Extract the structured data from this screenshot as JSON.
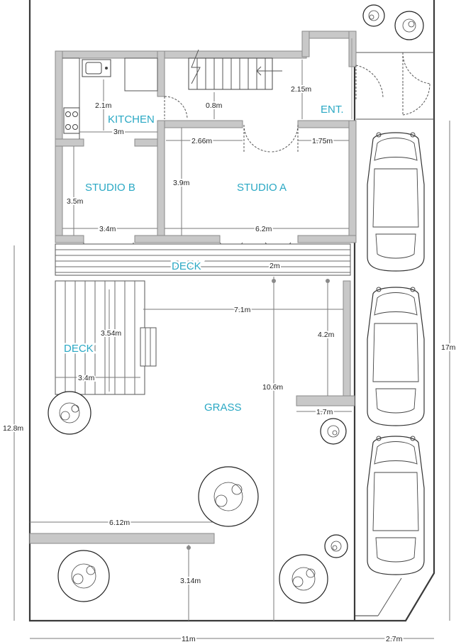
{
  "rooms": {
    "kitchen": "KITCHEN",
    "studio_b": "STUDIO B",
    "studio_a": "STUDIO A",
    "entrance": "ENT.",
    "deck_top": "DECK",
    "deck_left": "DECK",
    "grass": "GRASS"
  },
  "dimensions": {
    "kitchen_depth": "2.1m",
    "kitchen_width": "3m",
    "stair_gap": "0.8m",
    "entrance_height": "2.15m",
    "studio_a_door_left": "2.66m",
    "studio_a_door_right": "1.75m",
    "studio_a_height": "3.9m",
    "studio_b_height": "3.5m",
    "studio_b_width": "3.4m",
    "studio_a_width": "6.2m",
    "deck_depth": "2m",
    "deck_to_edge": "7.1m",
    "deck_left_height": "3.54m",
    "deck_left_width": "3.4m",
    "grass_height": "10.6m",
    "right_wall_height": "4.2m",
    "right_wall_width": "1.7m",
    "fence_length": "6.12m",
    "fence_to_bottom": "3.14m",
    "plot_height": "12.8m",
    "parking_height": "17m",
    "plot_width": "11m",
    "parking_width": "2.7m"
  },
  "icons": [
    "tree-icon",
    "car-icon",
    "stove-icon",
    "sink-icon",
    "stairs-icon",
    "door-swing-icon"
  ]
}
